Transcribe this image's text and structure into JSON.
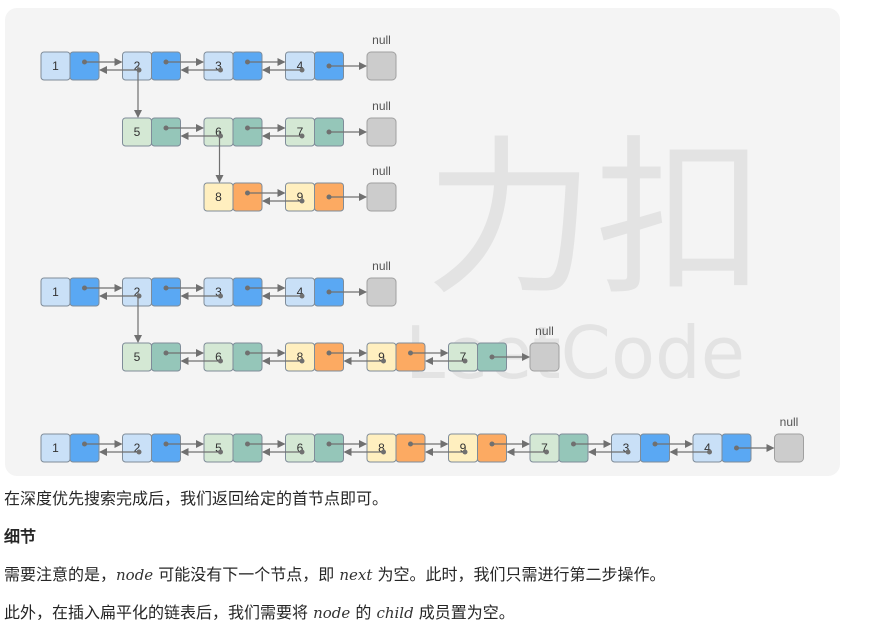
{
  "diagram": {
    "null_label": "null",
    "colors": {
      "blue_light": "#c9e0f7",
      "blue_dark": "#5aa8f3",
      "green_light": "#d4e8d4",
      "green_dark": "#95c6b9",
      "orange_light": "#ffefbf",
      "orange_dark": "#fcaa62",
      "null_fill": "#cccccc",
      "border": "#7f8c99",
      "arrow": "#707070",
      "watermark": "#e3e3e3"
    },
    "watermark_text": "力扣 LeetCode",
    "stage1": {
      "row1": [
        "1",
        "2",
        "3",
        "4"
      ],
      "row2": [
        "5",
        "6",
        "7"
      ],
      "row3": [
        "8",
        "9"
      ]
    },
    "stage2": {
      "row1": [
        "1",
        "2",
        "3",
        "4"
      ],
      "row2": [
        "5",
        "6",
        "8",
        "9",
        "7"
      ]
    },
    "stage3": {
      "row1": [
        "1",
        "2",
        "5",
        "6",
        "8",
        "9",
        "7",
        "3",
        "4"
      ]
    }
  },
  "text": {
    "line1": "在深度优先搜索完成后，我们返回给定的首节点即可。",
    "heading": "细节",
    "line3_part1": "需要注意的是，",
    "line3_var1": "node",
    "line3_part2": " 可能没有下一个节点，即 ",
    "line3_var2": "next",
    "line3_part3": " 为空。此时，我们只需进行第二步操作。",
    "line4_part1": "此外，在插入扁平化的链表后，我们需要将 ",
    "line4_var1": "node",
    "line4_part2": " 的 ",
    "line4_var2": "child",
    "line4_part3": " 成员置为空。"
  }
}
